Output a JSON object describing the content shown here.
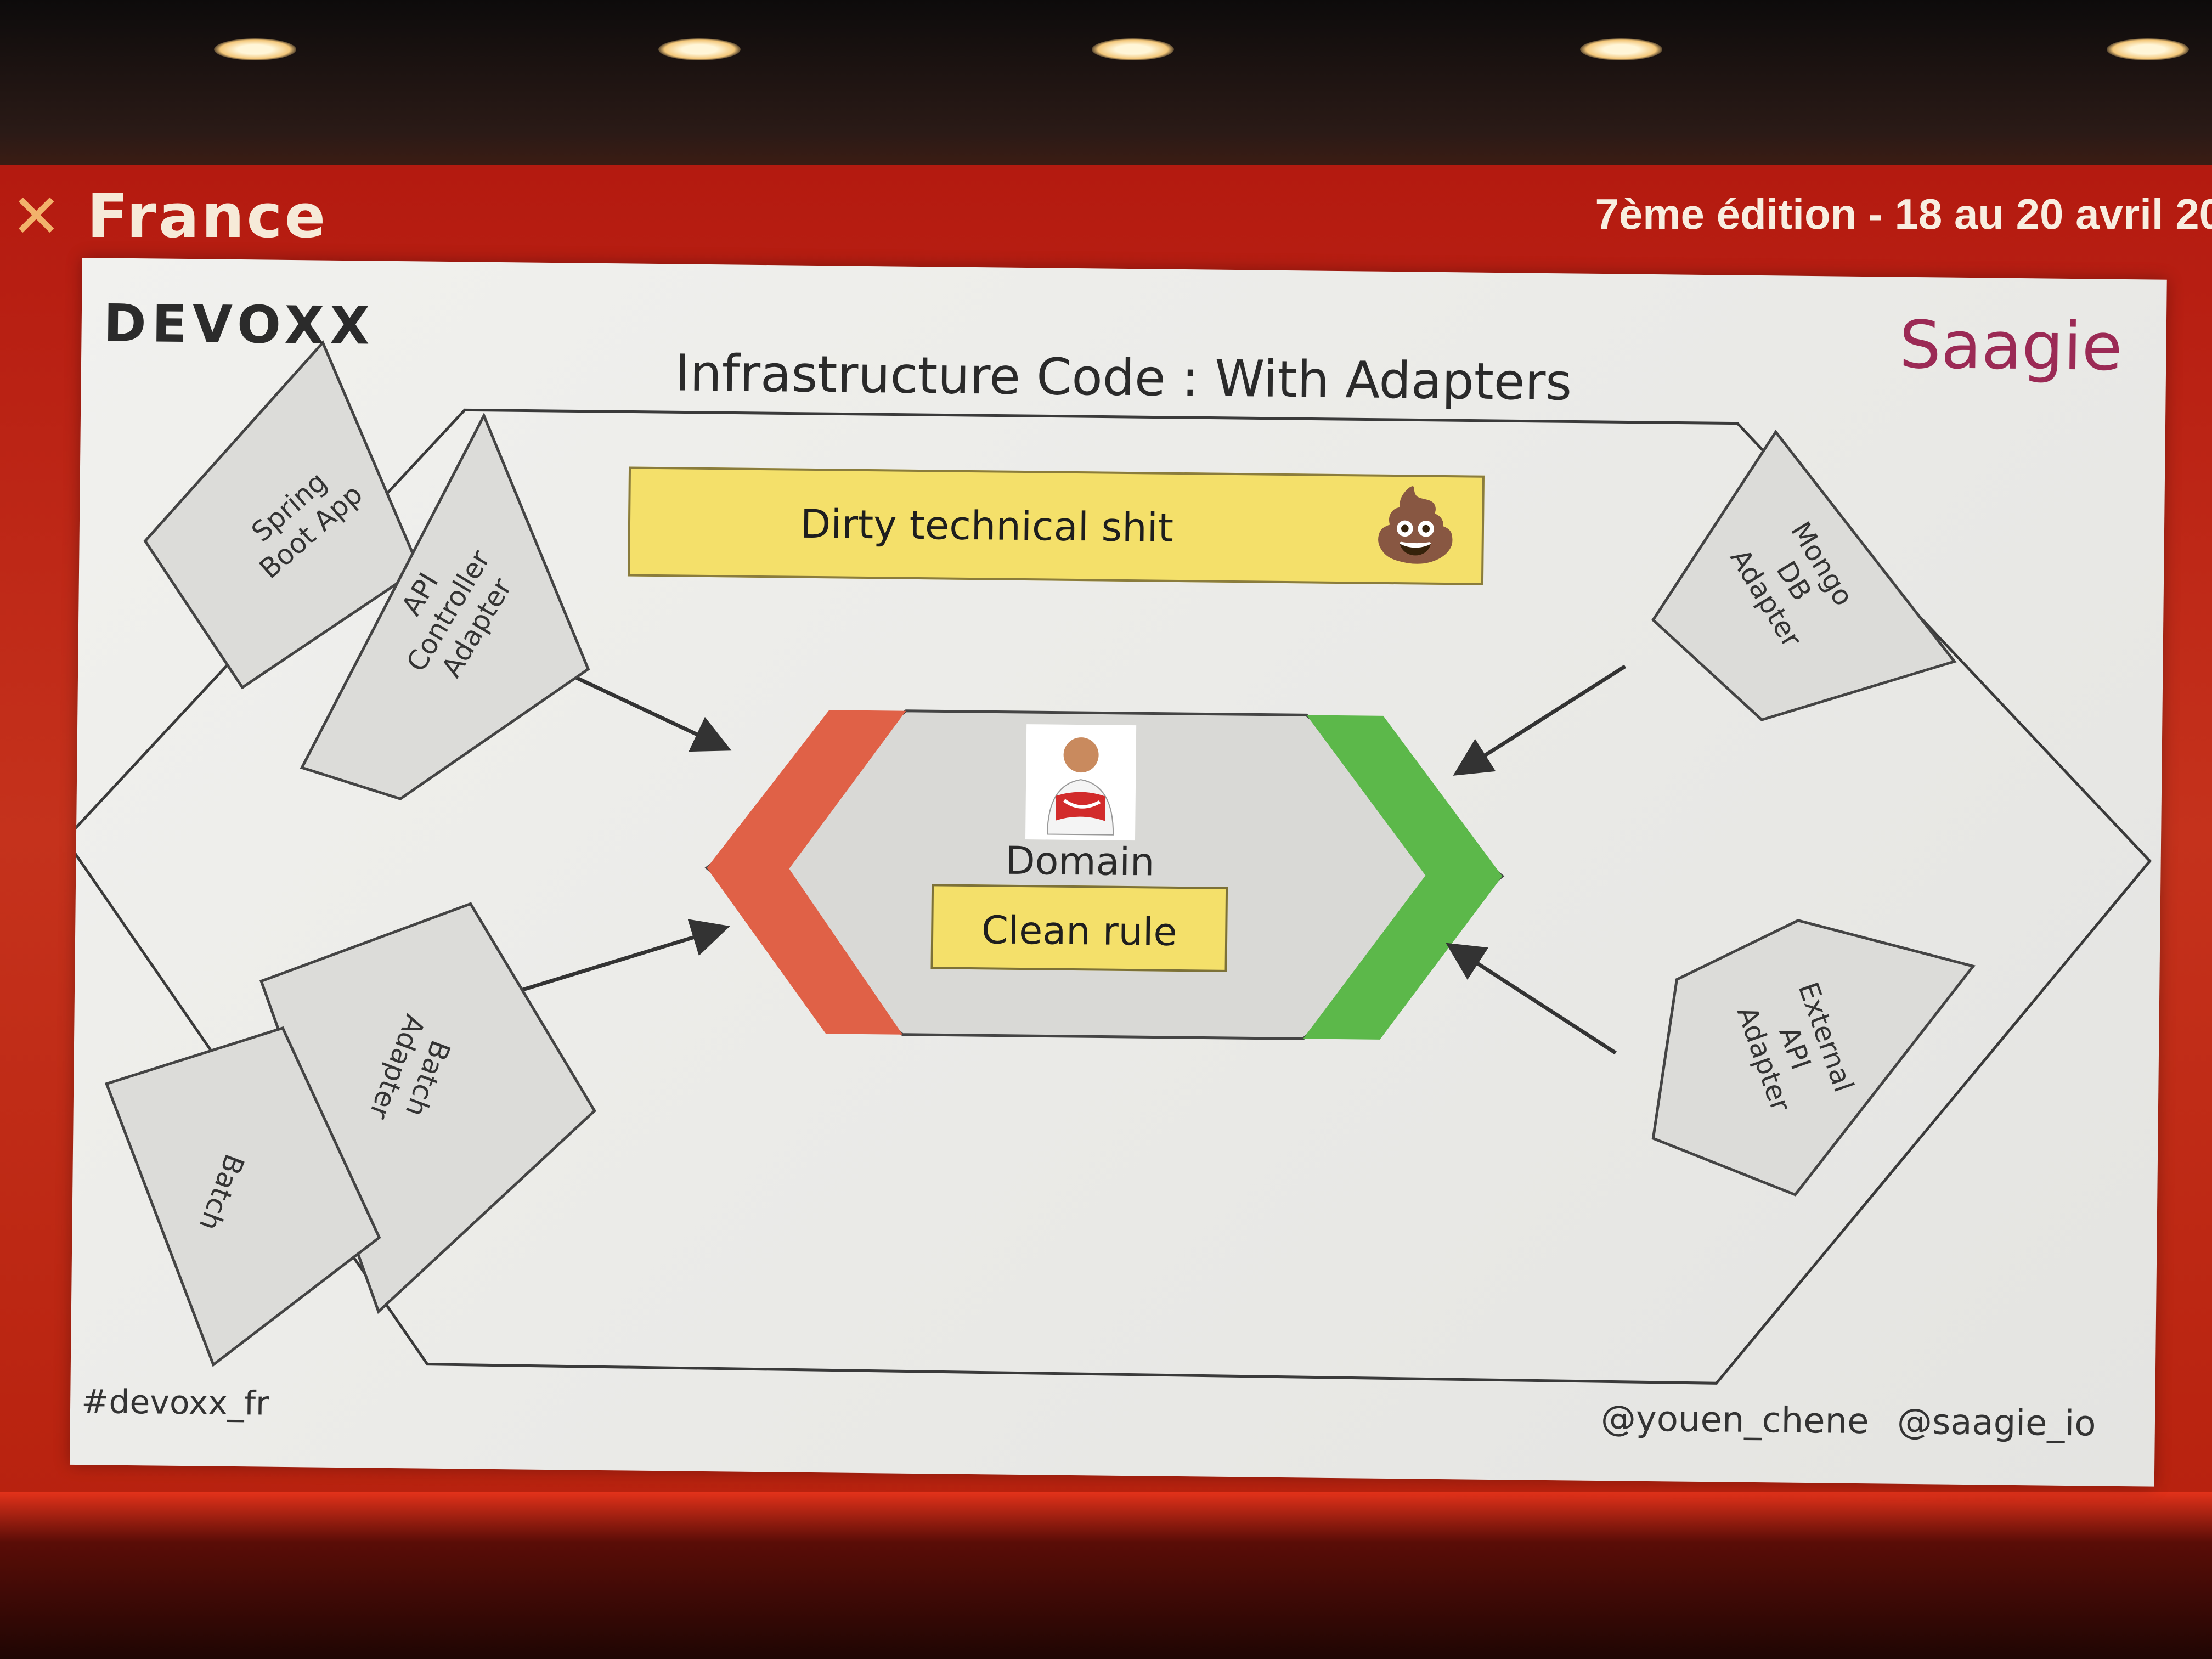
{
  "banner": {
    "left_text": "France",
    "right_text": "7ème édition - 18 au 20 avril 20"
  },
  "slide": {
    "logo_left": "DEVOXX",
    "logo_right": "Saagie",
    "title": "Infrastructure Code : With Adapters",
    "dirty_box": "Dirty technical shit",
    "poop_icon": "💩",
    "domain_label": "Domain",
    "clean_box": "Clean rule",
    "hashtag": "#devoxx_fr",
    "handle_speaker": "@youen_chene",
    "handle_company": "@saagie_io"
  },
  "adapters": {
    "spring": [
      "Spring",
      "Boot App"
    ],
    "api": [
      "API",
      "Controller",
      "Adapter"
    ],
    "batch_adapter": [
      "Batch",
      "Adapter"
    ],
    "batch": [
      "Batch"
    ],
    "mongo": [
      "Mongo",
      "DB",
      "Adapter"
    ],
    "external": [
      "External",
      "API",
      "Adapter"
    ]
  },
  "colors": {
    "banner": "#c5321c",
    "left_chevron": "#e06147",
    "right_chevron": "#5cb84a",
    "box_yellow": "#f4e06a",
    "saagie": "#9b2a55"
  }
}
